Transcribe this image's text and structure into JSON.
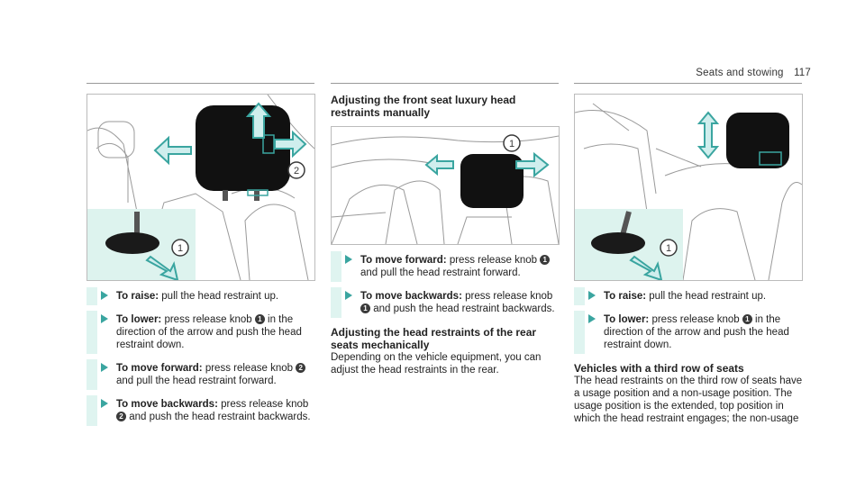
{
  "header": {
    "section": "Seats and stowing",
    "page": "117"
  },
  "colors": {
    "accent_bg": "#dff4f0",
    "arrow": "#3aa5a0",
    "diagram_arrow": "#3aa5a0",
    "highlight": "#ddf3ee"
  },
  "figures": {
    "fig1": {
      "callouts": [
        "1",
        "2"
      ]
    },
    "fig2": {
      "callouts": [
        "1"
      ]
    },
    "fig3": {
      "callouts": [
        "1"
      ]
    }
  },
  "left": {
    "steps": [
      {
        "label": "To raise:",
        "text": " pull the head restraint up."
      },
      {
        "label": "To lower:",
        "text_before": " press release knob ",
        "knob": "1",
        "text_after": " in the direction of the arrow and push the head restraint down."
      },
      {
        "label": "To move forward:",
        "text_before": " press release knob ",
        "knob": "2",
        "text_after": " and pull the head restraint forward."
      },
      {
        "label": "To move backwards:",
        "text_before": " press release knob ",
        "knob": "2",
        "text_after": " and push the head restraint backwards."
      }
    ]
  },
  "middle": {
    "heading1": "Adjusting the front seat luxury head restraints manually",
    "steps": [
      {
        "label": "To move forward:",
        "text_before": " press release knob ",
        "knob": "1",
        "text_after": " and pull the head restraint forward."
      },
      {
        "label": "To move backwards:",
        "text_before": " press release knob ",
        "knob": "1",
        "text_after": " and push the head restraint backwards."
      }
    ],
    "heading2": "Adjusting the head restraints of the rear seats mechanically",
    "para": "Depending on the vehicle equipment, you can adjust the head restraints in the rear."
  },
  "right": {
    "steps": [
      {
        "label": "To raise:",
        "text": " pull the head restraint up."
      },
      {
        "label": "To lower:",
        "text_before": " press release knob ",
        "knob": "1",
        "text_after": " in the direction of the arrow and push the head restraint down."
      }
    ],
    "heading": "Vehicles with a third row of seats",
    "para": "The head restraints on the third row of seats have a usage position and a non-usage position. The usage position is the extended, top position in which the head restraint engages; the non-usage"
  }
}
